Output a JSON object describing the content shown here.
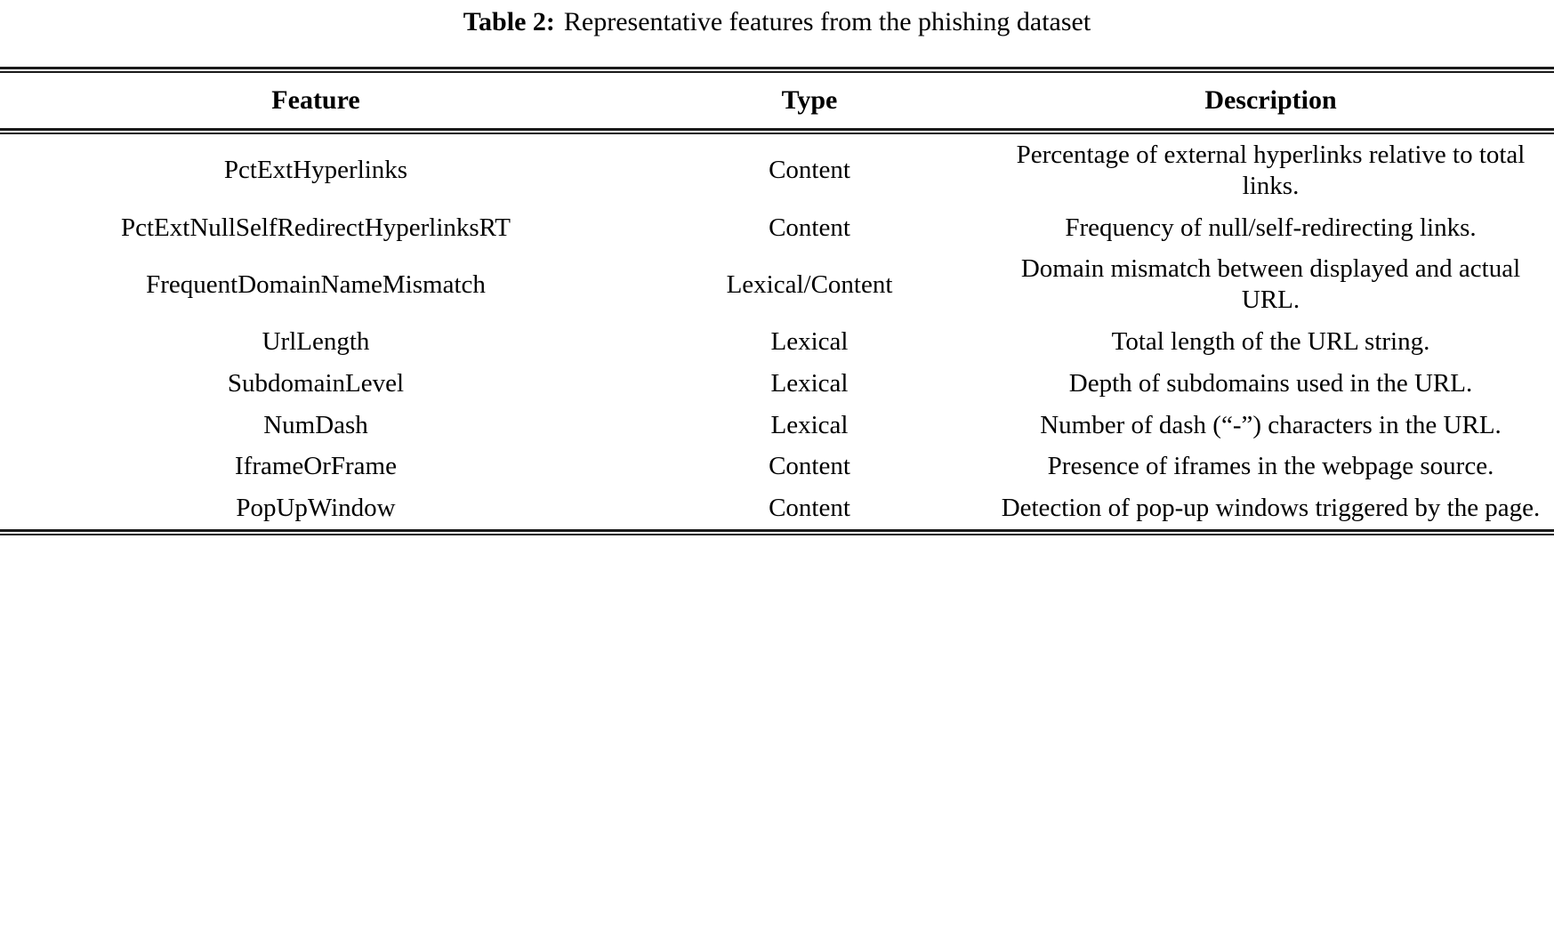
{
  "caption": {
    "label": "Table 2:",
    "text": "Representative features from the phishing dataset"
  },
  "table": {
    "columns": [
      "Feature",
      "Type",
      "Description"
    ],
    "rows": [
      {
        "feature": "PctExtHyperlinks",
        "type": "Content",
        "description": "Percentage of external hyperlinks relative to total links."
      },
      {
        "feature": "PctExtNullSelfRedirectHyperlinksRT",
        "type": "Content",
        "description": "Frequency of null/self-redirecting links."
      },
      {
        "feature": "FrequentDomainNameMismatch",
        "type": "Lexical/Content",
        "description": "Domain mismatch between displayed and actual URL."
      },
      {
        "feature": "UrlLength",
        "type": "Lexical",
        "description": "Total length of the URL string."
      },
      {
        "feature": "SubdomainLevel",
        "type": "Lexical",
        "description": "Depth of subdomains used in the URL."
      },
      {
        "feature": "NumDash",
        "type": "Lexical",
        "description": "Number of dash (“-”) characters in the URL."
      },
      {
        "feature": "IframeOrFrame",
        "type": "Content",
        "description": "Presence of iframes in the webpage source."
      },
      {
        "feature": "PopUpWindow",
        "type": "Content",
        "description": "Detection of pop-up windows triggered by the page."
      }
    ]
  },
  "colors": {
    "text": "#000000",
    "rule": "#1a1a1a",
    "background": "#ffffff"
  }
}
